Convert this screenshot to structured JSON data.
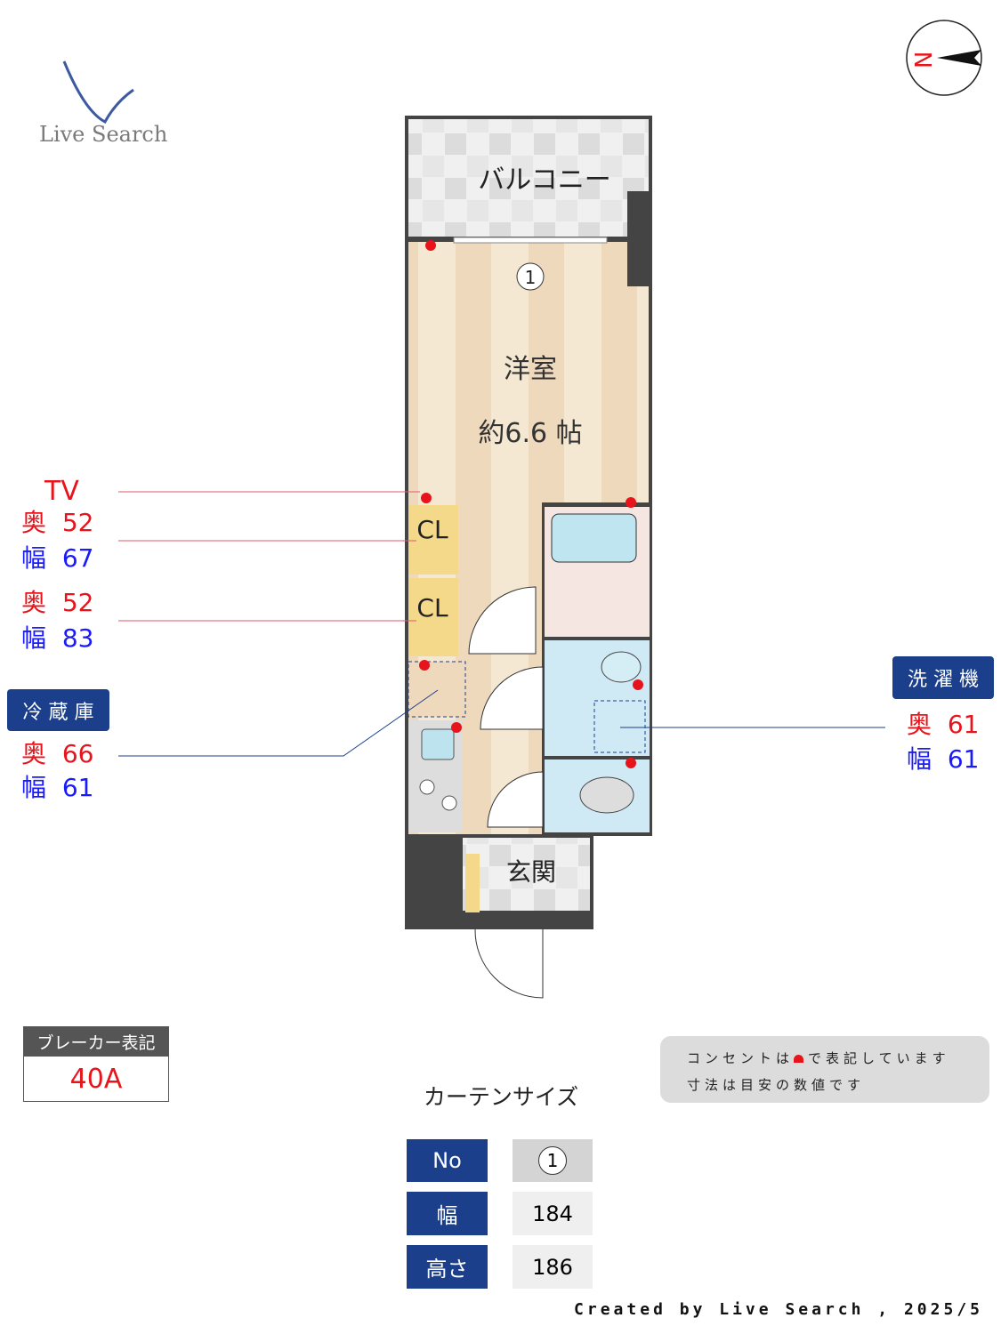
{
  "logo": {
    "text": "Live Search"
  },
  "compass": {
    "label": "N",
    "icon": "north-arrow-icon"
  },
  "plan": {
    "balcony": "バルコニー",
    "room_name": "洋室",
    "room_size": "約6.6 帖",
    "curtain_marker": "1",
    "closet1": "CL",
    "closet2": "CL",
    "entrance": "玄関",
    "outlet_color": "#e8141b"
  },
  "left_dims": {
    "tv": "TV",
    "closet1_depth": {
      "label": "奥",
      "value": "52"
    },
    "closet1_width": {
      "label": "幅",
      "value": "67"
    },
    "closet2_depth": {
      "label": "奥",
      "value": "52"
    },
    "closet2_width": {
      "label": "幅",
      "value": "83"
    },
    "fridge": {
      "title": "冷 蔵 庫",
      "depth_label": "奥",
      "depth": "66",
      "width_label": "幅",
      "width": "61"
    }
  },
  "washer": {
    "title": "洗 濯 機",
    "depth_label": "奥",
    "depth": "61",
    "width_label": "幅",
    "width": "61"
  },
  "breaker": {
    "title": "ブレーカー表記",
    "value": "40A"
  },
  "curtain": {
    "title": "カーテンサイズ",
    "rows": [
      {
        "label": "No",
        "value": "1"
      },
      {
        "label": "幅",
        "value": "184"
      },
      {
        "label": "高さ",
        "value": "186"
      }
    ]
  },
  "note": {
    "line1_a": "コンセントは",
    "line1_b": "で表記しています",
    "line2": "寸法は目安の数値です"
  },
  "footer": "Created by Live Search , 2025/5",
  "colors": {
    "navy": "#1b3f8b",
    "red": "#e8141b",
    "blue": "#1a1aff"
  }
}
